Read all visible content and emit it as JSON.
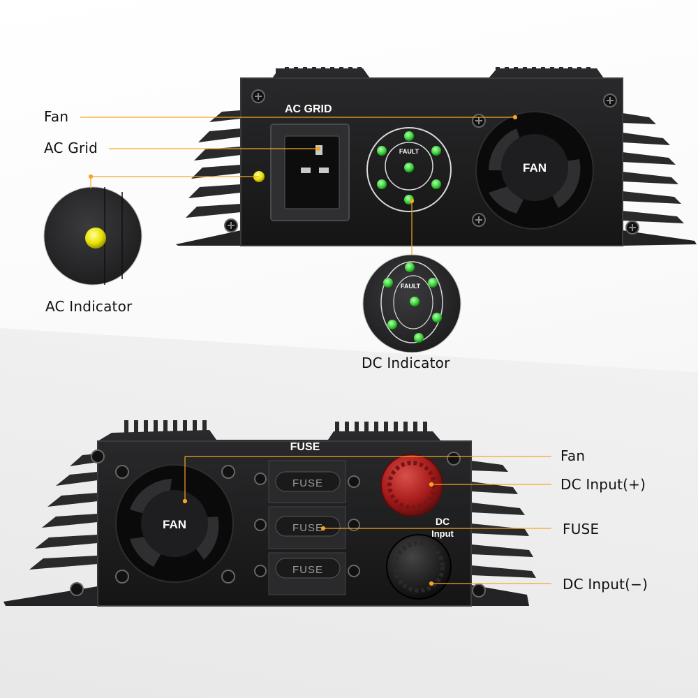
{
  "top_device": {
    "ac_grid_label": "AC GRID",
    "fault_label": "FAULT",
    "fan_label": "FAN"
  },
  "bottom_device": {
    "fuse_title": "FUSE",
    "fuse_slot_labels": [
      "FUSE",
      "FUSE",
      "FUSE"
    ],
    "fan_label": "FAN",
    "dc_input_label_line1": "DC",
    "dc_input_label_line2": "Input"
  },
  "callouts": {
    "top_fan": "Fan",
    "ac_grid": "AC Grid",
    "ac_indicator": "AC Indicator",
    "dc_indicator": "DC Indicator",
    "bottom_fan": "Fan",
    "dc_input_plus": "DC Input(+)",
    "fuse": "FUSE",
    "dc_input_minus": "DC Input(−)"
  },
  "colors": {
    "leader_line": "#f5a623",
    "led_green": "#3bd43b",
    "led_yellow": "#e8e000",
    "terminal_red": "#a81c1c",
    "device_body": "#1c1c1e"
  }
}
